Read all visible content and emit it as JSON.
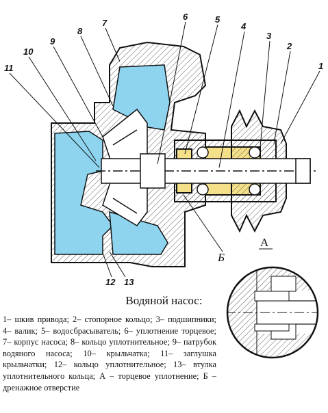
{
  "caption": "Водяной насос:",
  "legend": "1– шкив привода; 2– стопорное кольцо; 3– подшипники; 4– валик; 5– водосбрасыватель; 6– уплотнение торцевое; 7– корпус насоса; 8– кольцо уплотнительное; 9– патрубок водяного насоса; 10– крыльчатка; 11– заглушка крыльчатки; 12– кольцо уплотнительное; 13– втулка уплотнительного кольца; А – торцевое уплотнение; Б – дренажное отверстие",
  "callouts": [
    "1",
    "2",
    "3",
    "4",
    "5",
    "6",
    "7",
    "8",
    "9",
    "10",
    "11",
    "12",
    "13"
  ],
  "view_labels": {
    "detail_a": "А",
    "drain": "Б"
  },
  "colors": {
    "water": "#8fd4ef",
    "bearing": "#f5e08a",
    "line": "#111111"
  }
}
